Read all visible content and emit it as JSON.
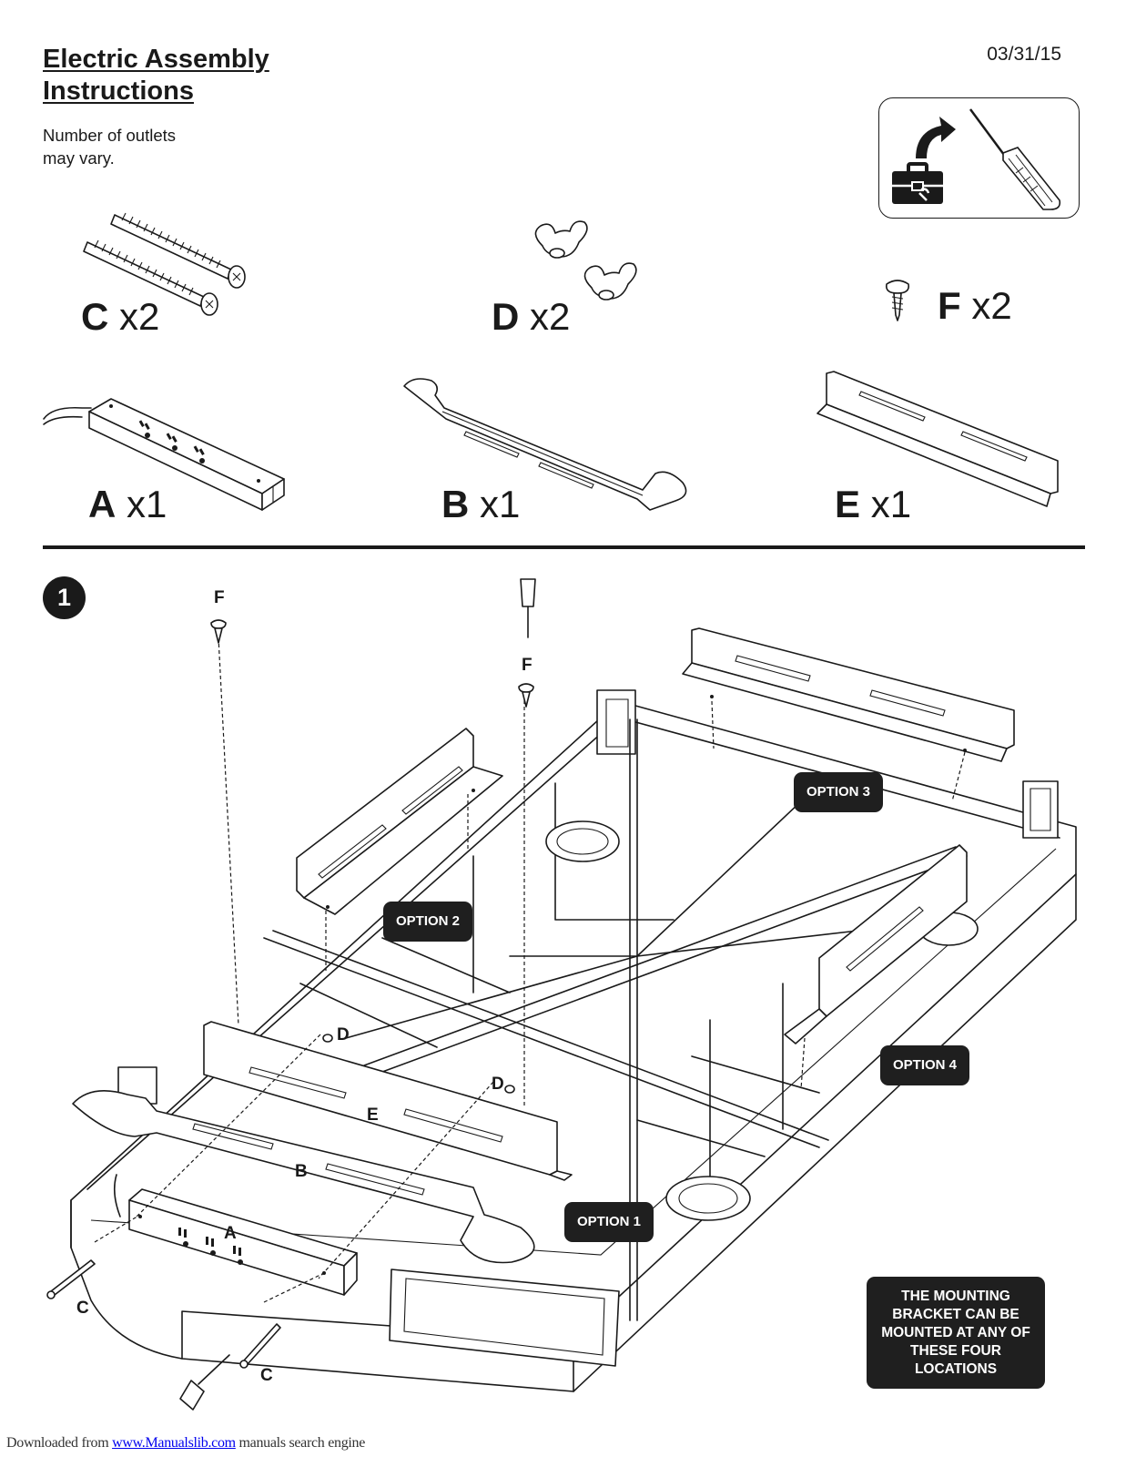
{
  "header": {
    "title_line1": "Electric Assembly",
    "title_line2": "Instructions",
    "subtitle_line1": "Number of outlets",
    "subtitle_line2": "may vary.",
    "date": "03/31/15"
  },
  "tools_panel": {
    "icons": [
      "toolbox-icon",
      "curved-arrow-icon",
      "phillips-screwdriver-icon"
    ]
  },
  "parts": [
    {
      "letter": "C",
      "qty": "x2",
      "name": "machine-bolt"
    },
    {
      "letter": "D",
      "qty": "x2",
      "name": "wing-nut"
    },
    {
      "letter": "F",
      "qty": "x2",
      "name": "wood-screw"
    },
    {
      "letter": "A",
      "qty": "x1",
      "name": "power-strip"
    },
    {
      "letter": "B",
      "qty": "x1",
      "name": "mounting-bracket"
    },
    {
      "letter": "E",
      "qty": "x1",
      "name": "angle-bracket"
    }
  ],
  "step": {
    "number": "1",
    "labels": {
      "F": "F",
      "D": "D",
      "E": "E",
      "B": "B",
      "A": "A",
      "C": "C"
    },
    "options": [
      "OPTION 1",
      "OPTION 2",
      "OPTION 3",
      "OPTION 4"
    ],
    "note": "THE MOUNTING BRACKET CAN BE MOUNTED AT ANY OF THESE FOUR LOCATIONS"
  },
  "footer": {
    "prefix": "Downloaded from ",
    "link": "www.Manualslib.com",
    "suffix": " manuals search engine"
  }
}
